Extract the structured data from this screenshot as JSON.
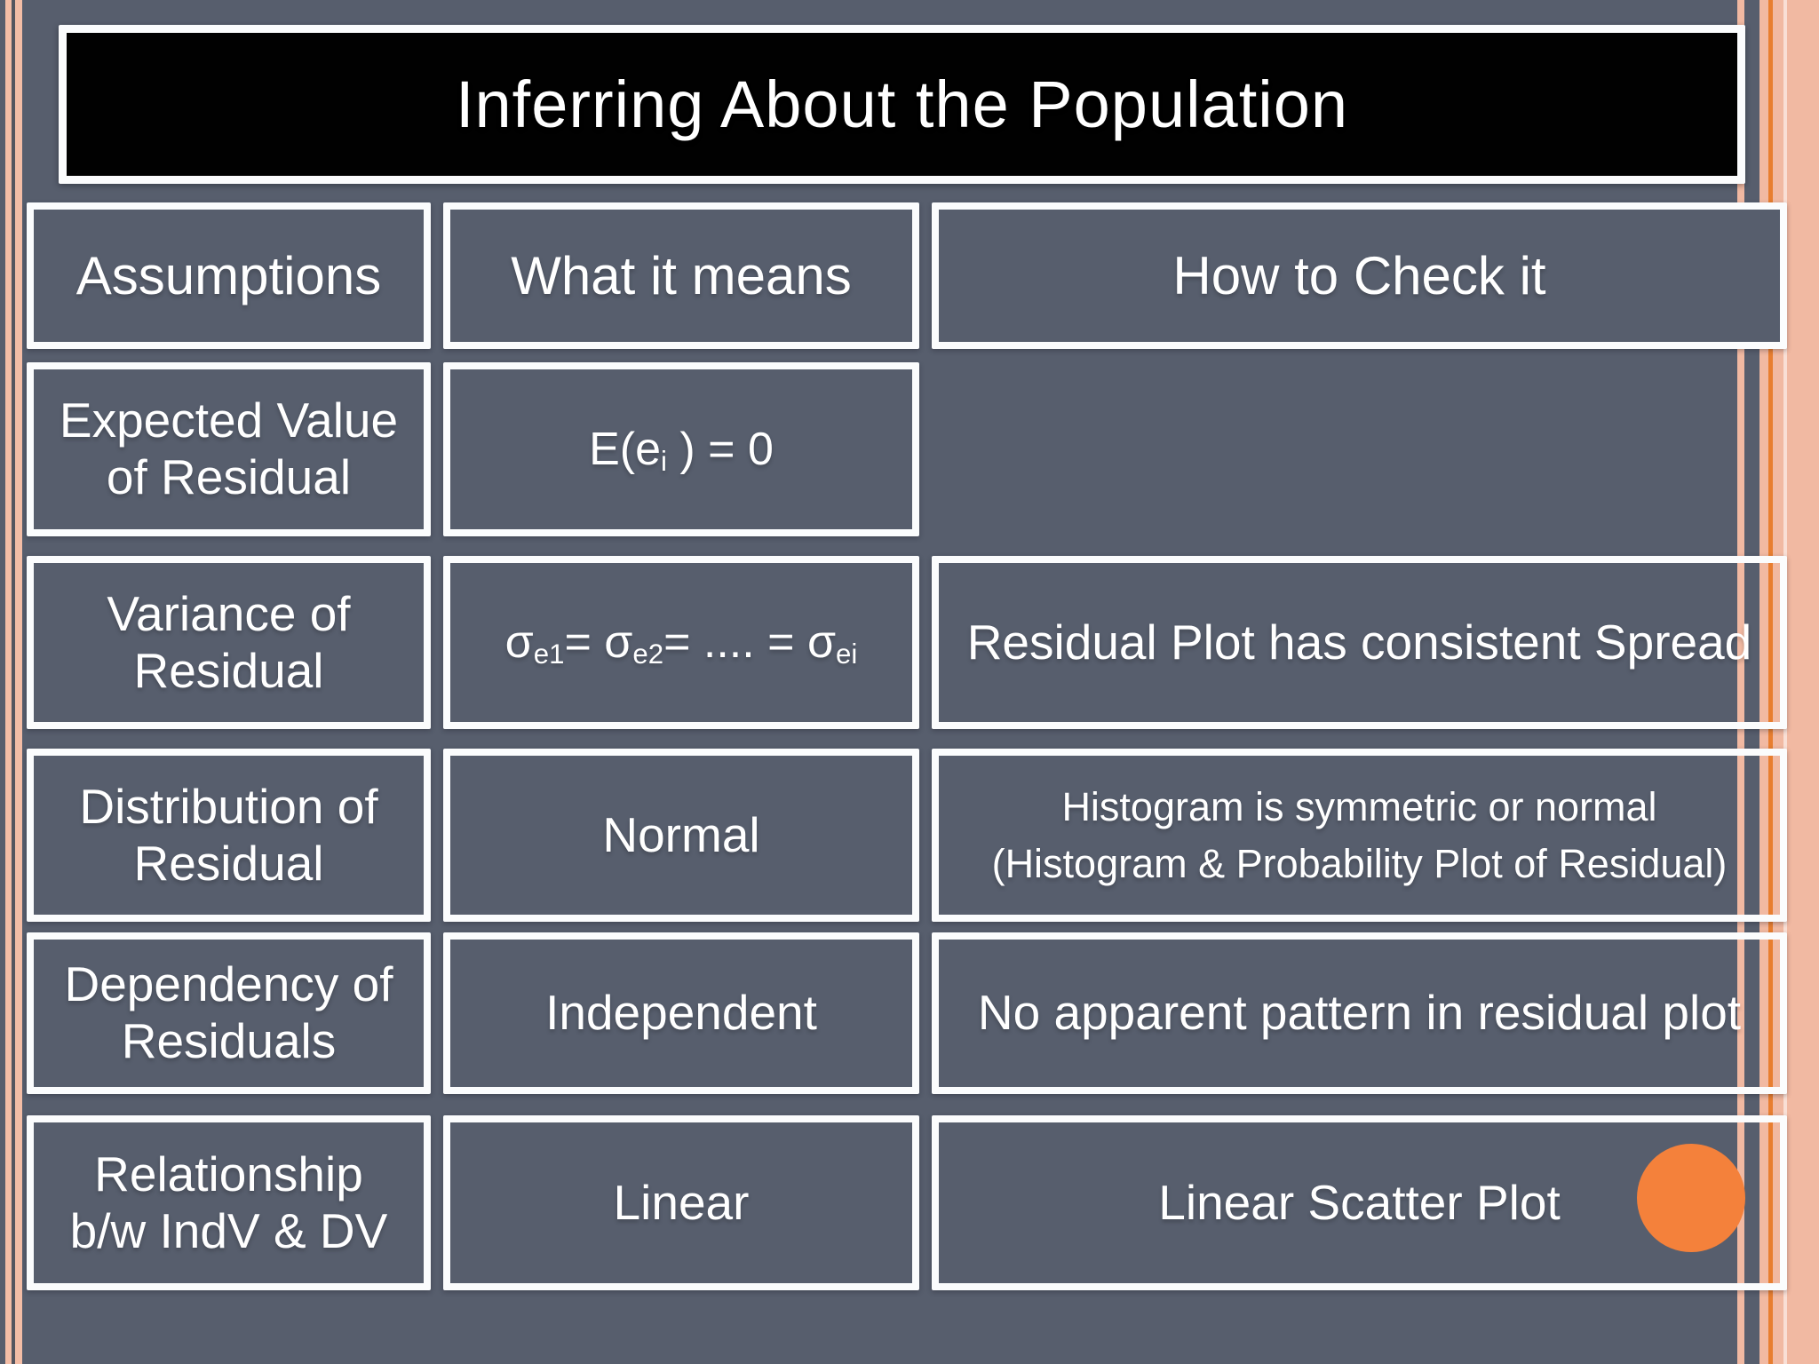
{
  "slide_title": "Inferring About the Population",
  "colors": {
    "bg": "#575e6d",
    "title-bg": "#010101",
    "border-white": "#fbfcfd",
    "salmon": "#f3bda6",
    "salmon-deep": "#f1b9a2",
    "orange-line": "#e87e30",
    "circle-orange": "#f4813b",
    "text": "#ffffff"
  },
  "table": {
    "headers": [
      {
        "label": "Assumptions"
      },
      {
        "label": "What it means"
      },
      {
        "label": "How to Check it"
      }
    ],
    "rows": [
      {
        "assumption": "Expected Value\nof Residual",
        "meaning_html": "E(e<sub>i</sub> ) = 0",
        "check": ""
      },
      {
        "assumption": "Variance of\nResidual",
        "meaning_html": "σ<sub>e1</sub>= σ<sub>e2</sub>= .... = σ<sub>ei</sub>",
        "check": "Residual Plot has consistent Spread"
      },
      {
        "assumption": "Distribution of\nResidual",
        "meaning": "Normal",
        "check": "Histogram is symmetric or normal\n(Histogram & Probability Plot of Residual)"
      },
      {
        "assumption": "Dependency of\nResiduals",
        "meaning": "Independent",
        "check": "No apparent pattern in residual plot"
      },
      {
        "assumption": "Relationship\nb/w IndV & DV",
        "meaning": "Linear",
        "check": "Linear Scatter Plot"
      }
    ],
    "highlight_marker": {
      "shape": "circle",
      "color": "#f4813b",
      "row": "Relationship b/w IndV & DV"
    }
  }
}
